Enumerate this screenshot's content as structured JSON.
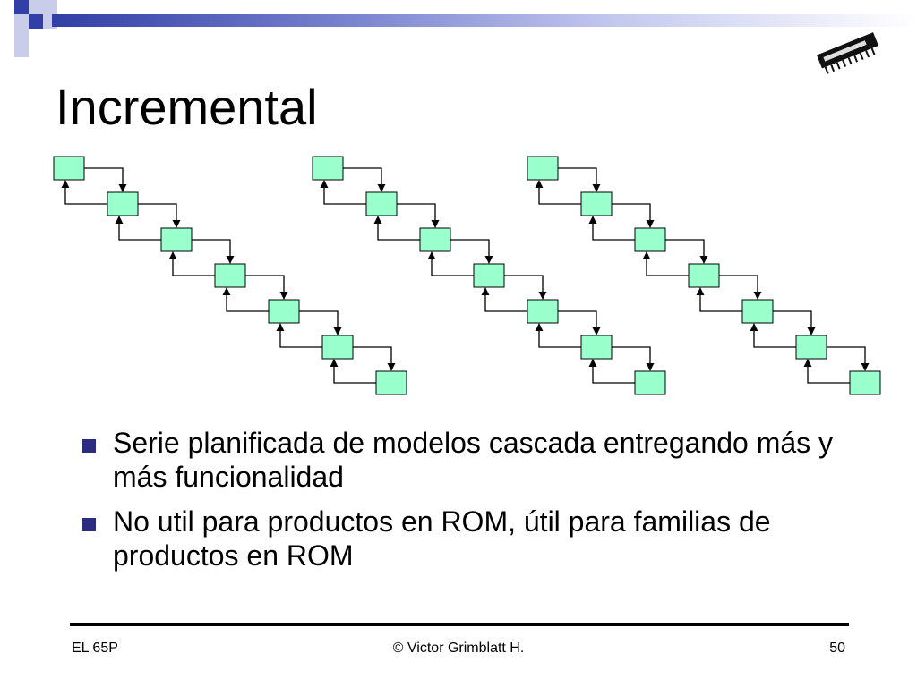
{
  "slide": {
    "title": "Incremental",
    "colors": {
      "accent": "#2b2b80",
      "box_fill": "#99ffcc"
    }
  },
  "diagram": {
    "models": 3,
    "phases_per_model": 7,
    "description_icons": [
      "chip-icon"
    ]
  },
  "bullets": [
    "Serie planificada de modelos cascada entregando más y más funcionalidad",
    "No util para productos en ROM, útil para familias de productos en ROM"
  ],
  "footer": {
    "left": "EL 65P",
    "center": "© Victor Grimblatt H.",
    "right": "50"
  }
}
